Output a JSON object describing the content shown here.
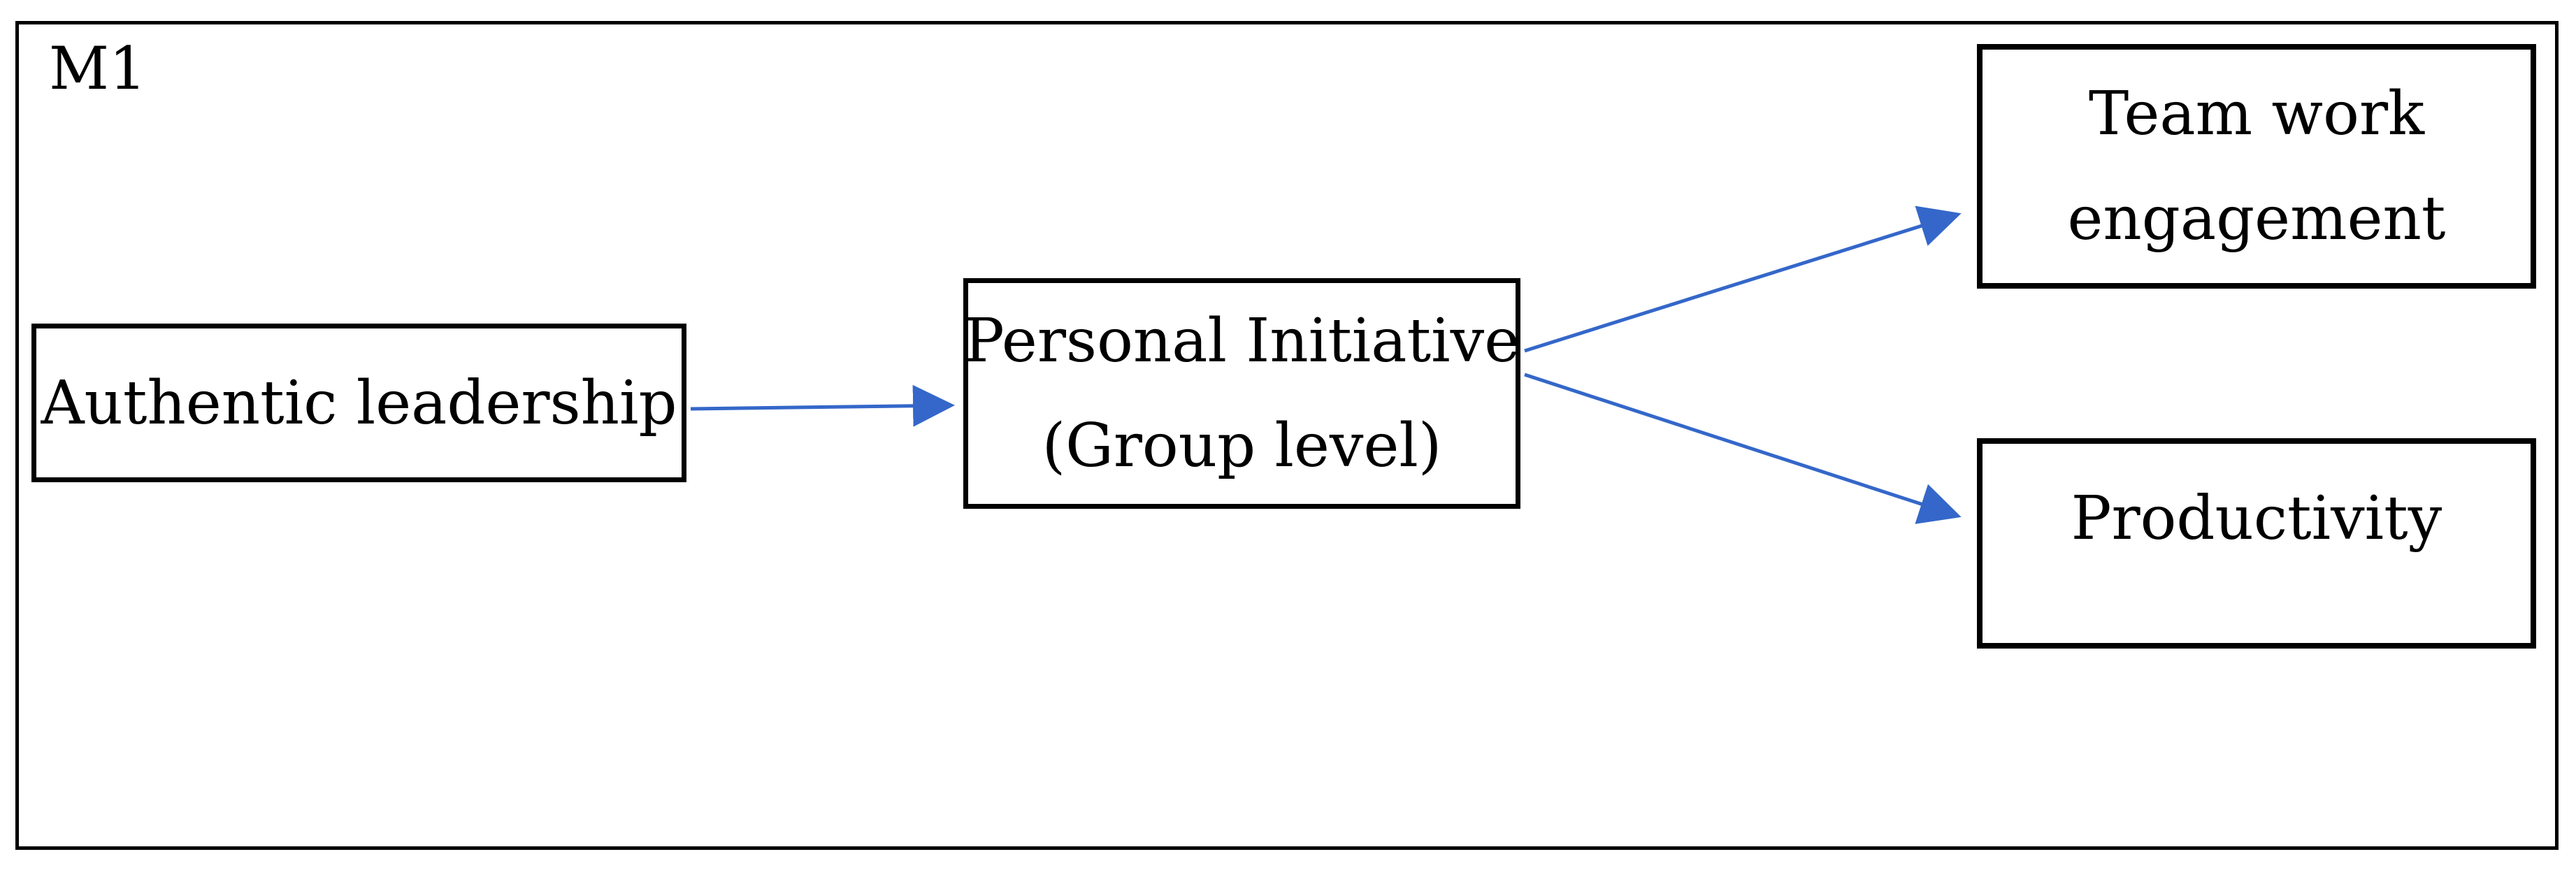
{
  "figure": {
    "label": "M1"
  },
  "colors": {
    "arrow": "#3467C9",
    "border": "#000000",
    "text": "#000000",
    "background": "#FFFFFF"
  },
  "nodes": [
    {
      "id": "authentic-leadership",
      "lines": [
        "Authentic leadership"
      ]
    },
    {
      "id": "personal-initiative",
      "lines": [
        "Personal Initiative",
        "(Group level)"
      ]
    },
    {
      "id": "team-work-engagement",
      "lines": [
        "Team work",
        "engagement"
      ]
    },
    {
      "id": "productivity",
      "lines": [
        "Productivity"
      ]
    }
  ],
  "edges": [
    {
      "id": "al-to-pi",
      "from": "authentic-leadership",
      "to": "personal-initiative"
    },
    {
      "id": "pi-to-twe",
      "from": "personal-initiative",
      "to": "team-work-engagement"
    },
    {
      "id": "pi-to-prod",
      "from": "personal-initiative",
      "to": "productivity"
    }
  ]
}
